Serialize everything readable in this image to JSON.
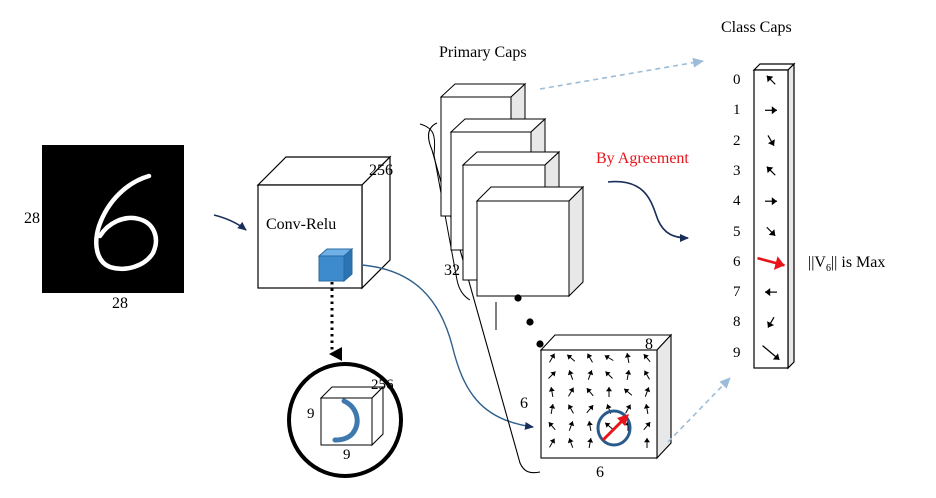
{
  "input": {
    "height_label": "28",
    "width_label": "28"
  },
  "conv": {
    "title": "Conv-Relu",
    "depth_label": "256"
  },
  "kernel": {
    "size_left": "9",
    "size_bottom": "9",
    "depth": "256"
  },
  "primary": {
    "title": "Primary Caps",
    "count_label": "32",
    "grid_height": "6",
    "grid_width": "6",
    "grid_depth": "8"
  },
  "routing": {
    "label": "By Agreement"
  },
  "class_caps": {
    "title": "Class Caps",
    "classes": [
      "0",
      "1",
      "2",
      "3",
      "4",
      "5",
      "6",
      "7",
      "8",
      "9"
    ],
    "winner": {
      "prefix": "||V",
      "subscript": "6",
      "suffix": "|| is Max"
    }
  },
  "colors": {
    "highlight": "#e8141a",
    "arrow": "#1a2e5a",
    "dashed": "#9dbcd8",
    "cube_blue": "#3d8bcc",
    "stroke_blue": "#2f5f8a"
  }
}
